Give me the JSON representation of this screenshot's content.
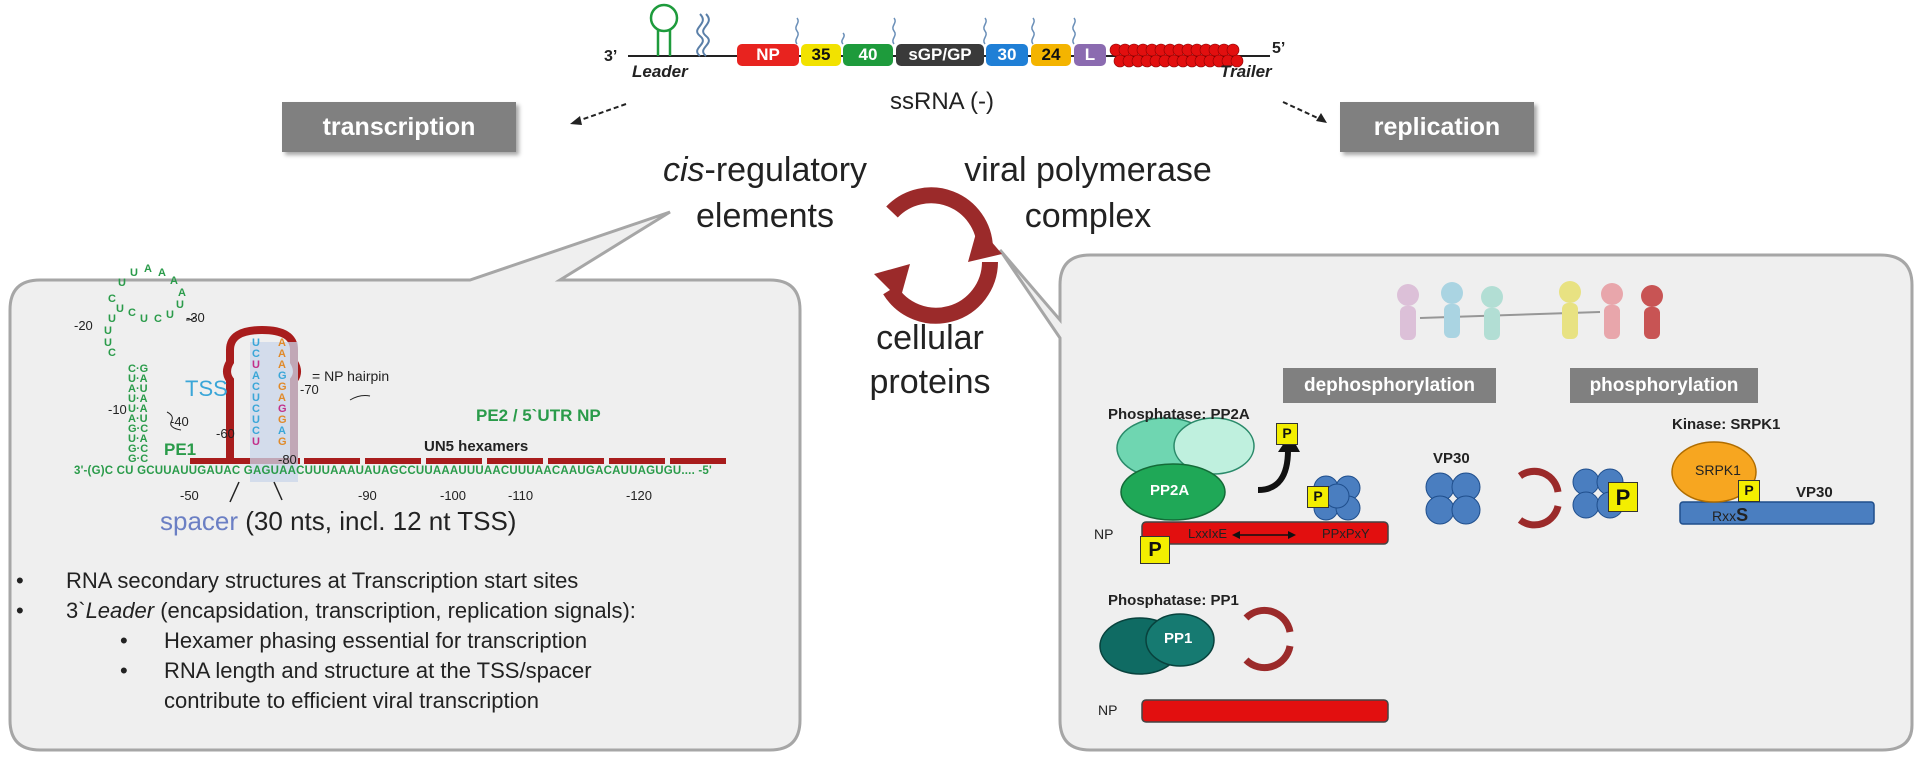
{
  "genome": {
    "end3": "3’",
    "end5": "5’",
    "leader": "Leader",
    "trailer": "Trailer",
    "label": "ssRNA (-)",
    "genes": [
      {
        "name": "NP",
        "color": "#e8231f"
      },
      {
        "name": "35",
        "color": "#f2e200"
      },
      {
        "name": "40",
        "color": "#1e9b3c"
      },
      {
        "name": "sGP/GP",
        "color": "#3a3a3a"
      },
      {
        "name": "30",
        "color": "#1f7fd6"
      },
      {
        "name": "24",
        "color": "#f4b400"
      },
      {
        "name": "L",
        "color": "#8b6bb0"
      }
    ]
  },
  "top_boxes": {
    "transcription": "transcription",
    "replication": "replication"
  },
  "center": {
    "cis_italic": "cis",
    "cis_rest": "-regulatory",
    "elements": "elements",
    "polymerase_line1": "viral polymerase",
    "polymerase_line2": "complex",
    "cellular_line1": "cellular",
    "cellular_line2": "proteins"
  },
  "left_panel": {
    "tss_label": "TSS",
    "hairpin_note": "= NP hairpin",
    "pe1": "PE1",
    "pe2": "PE2 / 5`UTR NP",
    "un5": "UN5 hexamers",
    "sequence": "3'-(G)C CU GCUUAUUGAUAC GAGUAACUUUAAAUAUAGCCUUAAAUUUAACUUUAACAAUGACAUUAGUGU.... -5'",
    "positions": [
      "-50",
      "-60",
      "-70",
      "-80",
      "-90",
      "-100",
      "-110",
      "-120"
    ],
    "loop_positions": [
      "-20",
      "-30",
      "-10",
      "-40"
    ],
    "spacer_word": "spacer",
    "spacer_rest": " (30 nts, incl. 12 nt TSS)",
    "bullets": [
      {
        "text": "RNA secondary structures at Transcription start sites",
        "level": 1
      },
      {
        "text_pre": "3`",
        "text_italic": "Leader",
        "text_post": " (encapsidation, transcription, replication signals):",
        "level": 1
      },
      {
        "text": "Hexamer phasing essential for transcription",
        "level": 2
      },
      {
        "text": "RNA length and structure at the TSS/spacer",
        "level": 2
      },
      {
        "text": "contribute to efficient viral transcription",
        "level": 3
      }
    ]
  },
  "right_panel": {
    "dephos": "dephosphorylation",
    "phos": "phosphorylation",
    "pp2a_title": "Phosphatase: PP2A",
    "pp2a": "PP2A",
    "np_label": "NP",
    "np_motif1": "LxxIxE",
    "np_motif2": "PPxPxY",
    "p_label": "P",
    "vp30_label": "VP30",
    "kinase_title": "Kinase: SRPK1",
    "srpk1": "SRPK1",
    "vp30_bar": "VP30",
    "rxxs_pre": "Rxx",
    "rxxs_s": "S",
    "pp1_title": "Phosphatase: PP1",
    "pp1": "PP1",
    "np_label2": "NP"
  }
}
